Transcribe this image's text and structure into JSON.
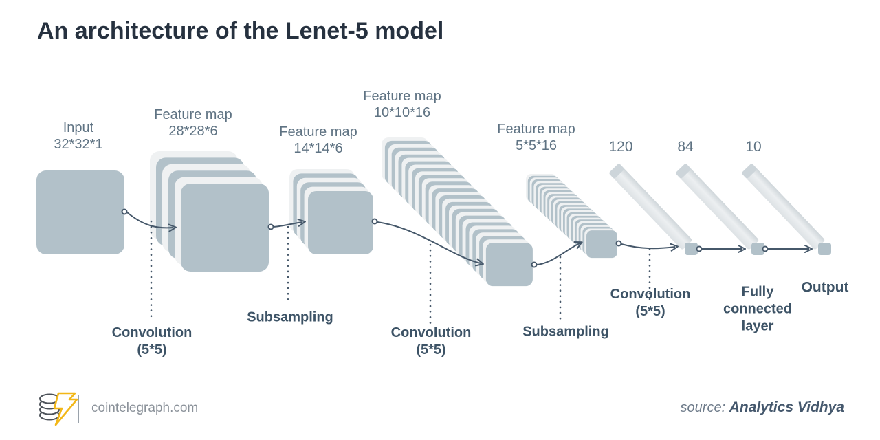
{
  "title": "An architecture of the Lenet-5 model",
  "diagram": {
    "layers": [
      {
        "line1": "Input",
        "line2": "32*32*1"
      },
      {
        "line1": "Feature map",
        "line2": "28*28*6"
      },
      {
        "line1": "Feature map",
        "line2": "14*14*6"
      },
      {
        "line1": "Feature map",
        "line2": "10*10*16"
      },
      {
        "line1": "Feature map",
        "line2": "5*5*16"
      },
      {
        "line1": "120"
      },
      {
        "line1": "84"
      },
      {
        "line1": "10"
      }
    ],
    "operations": [
      {
        "line1": "Convolution",
        "line2": "(5*5)"
      },
      {
        "line1": "Subsampling"
      },
      {
        "line1": "Convolution",
        "line2": "(5*5)"
      },
      {
        "line1": "Subsampling"
      },
      {
        "line1": "Convolution",
        "line2": "(5*5)"
      },
      {
        "line1": "Fully",
        "line2": "connected",
        "line3": "layer"
      },
      {
        "line1": "Output"
      }
    ],
    "colors": {
      "block_blue": "#b2c1c9",
      "block_light": "#eff1f2",
      "bar_body_light": "#eceff1",
      "bar_body_dark": "#d2d9dd",
      "bar_cap": "#cdd5da",
      "line": "#46586a",
      "label": "#5f7383",
      "label_bold": "#3d5366",
      "title": "#26313f",
      "logo_yellow": "#f2b718",
      "logo_gray": "#4b5158"
    }
  },
  "footer": {
    "site": "cointelegraph.com",
    "source_prefix": "source:",
    "source_name": "Analytics Vidhya"
  }
}
